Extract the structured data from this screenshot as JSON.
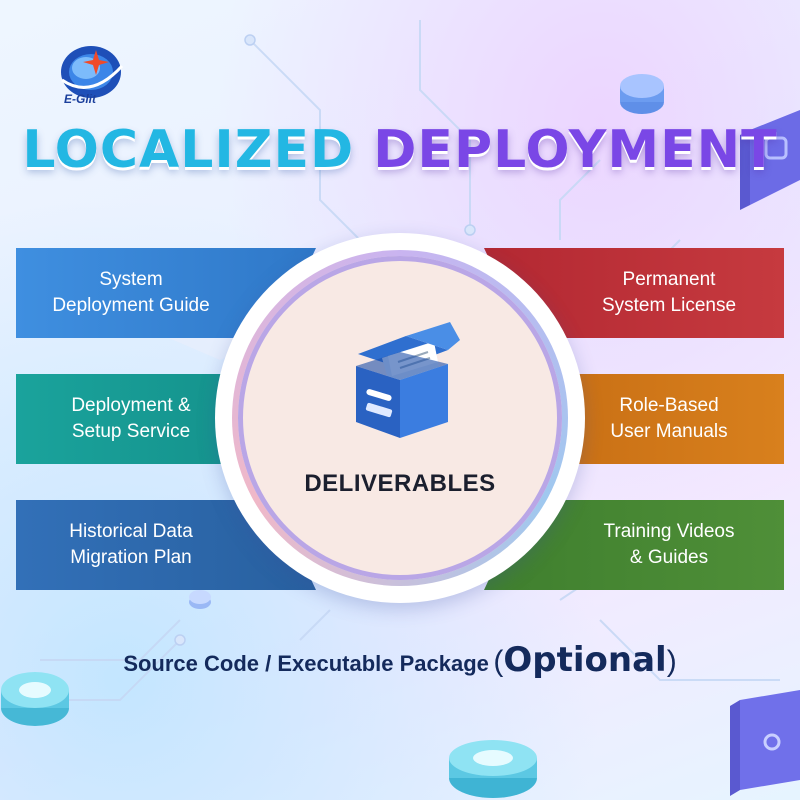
{
  "logo": {
    "text": "E-Glit"
  },
  "title": {
    "word1": "LOCALIZED",
    "word2": "DEPLOYMENT"
  },
  "center": {
    "label": "DELIVERABLES"
  },
  "panels": {
    "left": [
      {
        "text": "System\nDeployment Guide",
        "color": "#3f8fe0"
      },
      {
        "text": "Deployment &\nSetup Service",
        "color": "#1aa39c"
      },
      {
        "text": "Historical Data\nMigration Plan",
        "color": "#3270b8"
      }
    ],
    "right": [
      {
        "text": "Permanent\nSystem License",
        "color": "#b32832"
      },
      {
        "text": "Role-Based\nUser Manuals",
        "color": "#c46a12"
      },
      {
        "text": "Training Videos\n& Guides",
        "color": "#3f7f2e"
      }
    ]
  },
  "footer": {
    "main": "Source Code / Executable Package",
    "paren_open": "(",
    "optional": "Optional",
    "paren_close": ")"
  },
  "icons": {
    "logo": "star-globe-logo-icon",
    "box": "archive-box-icon"
  }
}
